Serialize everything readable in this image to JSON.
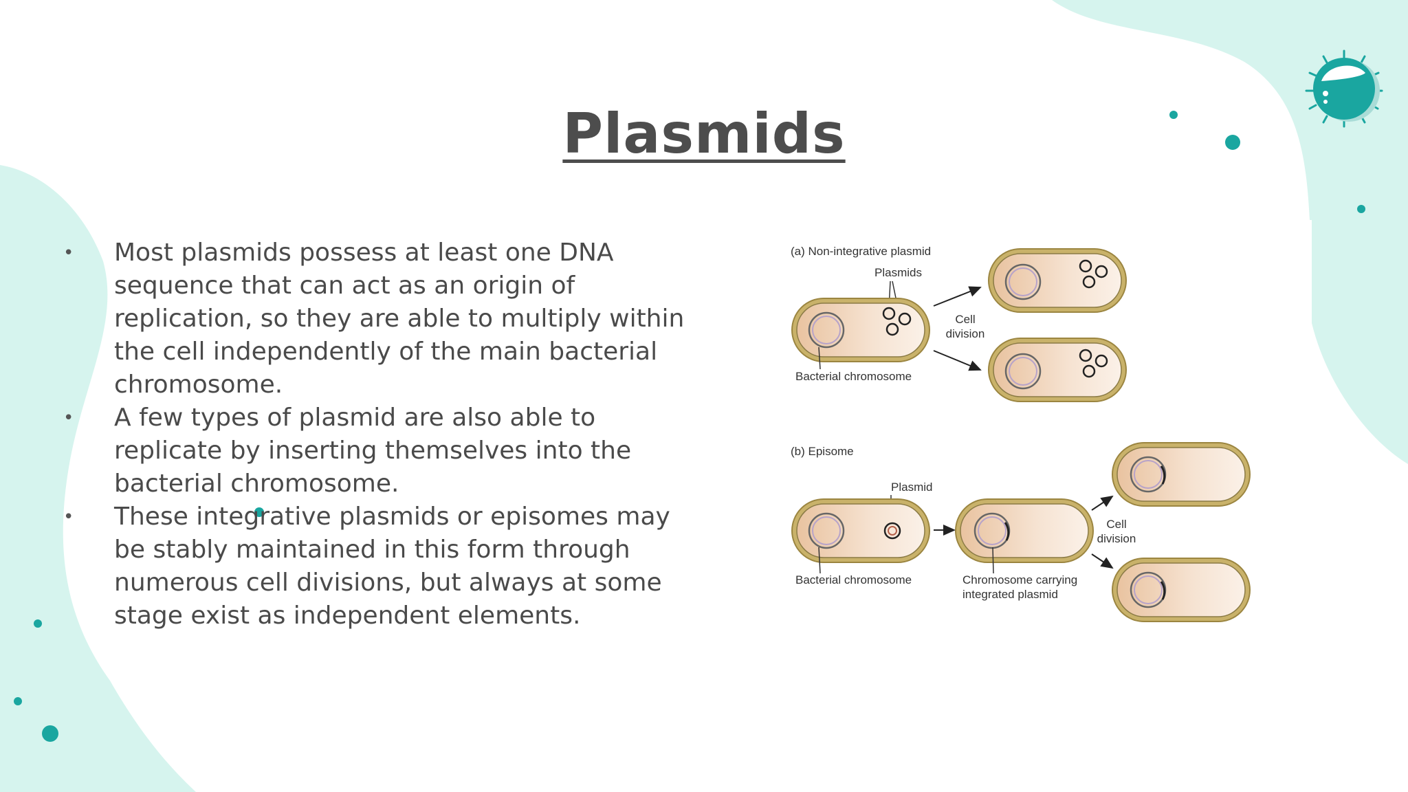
{
  "slide": {
    "title": "Plasmids",
    "bullets": [
      "Most plasmids possess at least one DNA sequence that can act as an origin of replication, so they are able to multiply within the cell independently of the main bacterial chromosome.",
      "A few types of plasmid are also able to replicate by inserting themselves into the bacterial chromosome.",
      "These integrative plasmids or episomes may be stably maintained in this form through numerous cell divisions, but always at some stage exist as independent elements."
    ],
    "bullet_glyph": "•"
  },
  "figure": {
    "panel_a": {
      "label": "(a) Non-integrative plasmid",
      "plasmids_label": "Plasmids",
      "cell_division_line1": "Cell",
      "cell_division_line2": "division",
      "chromosome_label": "Bacterial chromosome"
    },
    "panel_b": {
      "label": "(b) Episome",
      "plasmid_label": "Plasmid",
      "chromosome_label": "Bacterial chromosome",
      "carrying_line1": "Chromosome carrying",
      "carrying_line2": "integrated plasmid",
      "cell_division_line1": "Cell",
      "cell_division_line2": "division"
    }
  },
  "colors": {
    "accent_teal": "#1aa6a0",
    "blob_mint": "#d6f4ee",
    "cell_wall": "#c9b26a",
    "cell_fill": "#f2d6bd",
    "title_text": "#4d4d4d"
  },
  "icons": {
    "logo": "bacterium-logo-icon"
  }
}
